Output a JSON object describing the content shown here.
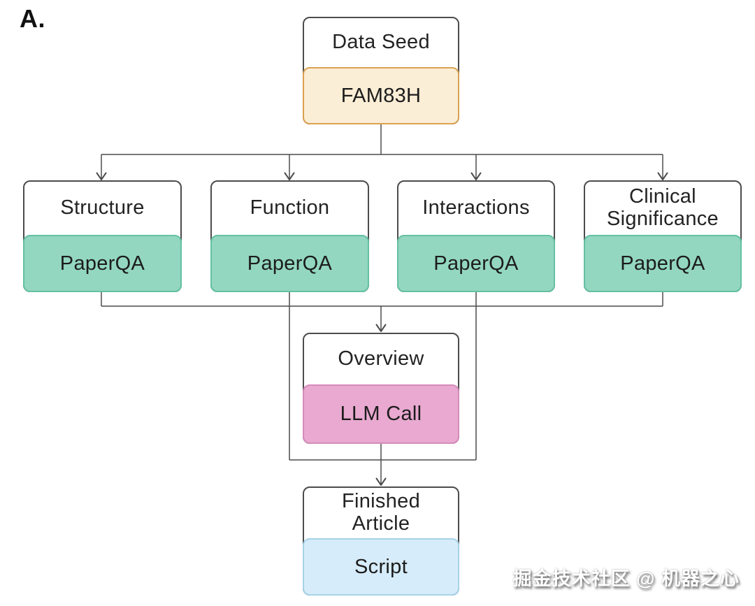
{
  "figure_label": "A.",
  "watermark": "掘金技术社区 @ 机器之心",
  "colors": {
    "line": "#4c4c4c",
    "node_border": "#4c4c4c",
    "text": "#232323",
    "seed_fill": "#fbeed6",
    "seed_border": "#dba251",
    "paperqa_fill": "#93d7c0",
    "paperqa_border": "#65c0a5",
    "llm_fill": "#e9a9d0",
    "llm_border": "#d48cba",
    "script_fill": "#d7ecfa",
    "script_border": "#a6d2e8"
  },
  "nodes": {
    "data_seed": {
      "title": "Data Seed",
      "tag": "FAM83H"
    },
    "structure": {
      "title": "Structure",
      "tag": "PaperQA"
    },
    "function": {
      "title": "Function",
      "tag": "PaperQA"
    },
    "interactions": {
      "title": "Interactions",
      "tag": "PaperQA"
    },
    "clinical": {
      "title": "Clinical\nSignificance",
      "tag": "PaperQA"
    },
    "overview": {
      "title": "Overview",
      "tag": "LLM Call"
    },
    "finished": {
      "title": "Finished\nArticle",
      "tag": "Script"
    }
  }
}
